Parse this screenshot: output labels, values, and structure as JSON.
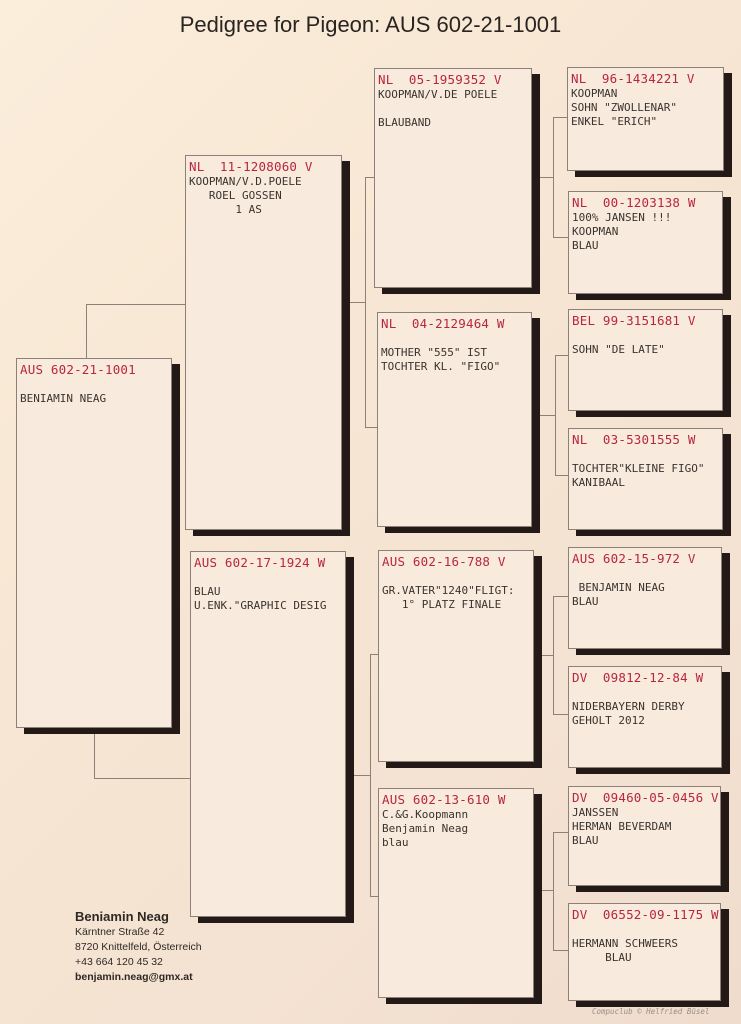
{
  "title": "Pedigree for Pigeon: AUS 602-21-1001",
  "subject": {
    "reg": "AUS 602-21-1001",
    "lines": [
      "",
      "BENIAMIN NEAG"
    ]
  },
  "sire": {
    "reg": "NL  11-1208060 V",
    "lines": [
      "KOOPMAN/V.D.POELE",
      "   ROEL GOSSEN",
      "       1 AS"
    ]
  },
  "dam": {
    "reg": "AUS 602-17-1924 W",
    "lines": [
      "",
      "BLAU",
      "U.ENK.\"GRAPHIC DESIG"
    ]
  },
  "grandparents": [
    {
      "reg": "NL  05-1959352 V",
      "lines": [
        "KOOPMAN/V.DE POELE",
        "",
        "BLAUBAND"
      ]
    },
    {
      "reg": "NL  04-2129464 W",
      "lines": [
        "",
        "MOTHER \"555\" IST",
        "TOCHTER KL. \"FIGO\""
      ]
    },
    {
      "reg": "AUS 602-16-788 V",
      "lines": [
        "",
        "GR.VATER\"1240\"FLIGT:",
        "   1° PLATZ FINALE"
      ]
    },
    {
      "reg": "AUS 602-13-610 W",
      "lines": [
        "C.&G.Koopmann",
        "Benjamin Neag",
        "blau"
      ]
    }
  ],
  "great_grandparents": [
    {
      "reg": "NL  96-1434221 V",
      "lines": [
        "KOOPMAN",
        "SOHN \"ZWOLLENAR\"",
        "ENKEL \"ERICH\""
      ]
    },
    {
      "reg": "NL  00-1203138 W",
      "lines": [
        "100% JANSEN !!!",
        "KOOPMAN",
        "BLAU"
      ]
    },
    {
      "reg": "BEL 99-3151681 V",
      "lines": [
        "",
        "SOHN \"DE LATE\""
      ]
    },
    {
      "reg": "NL  03-5301555 W",
      "lines": [
        "",
        "TOCHTER\"KLEINE FIGO\"",
        "KANIBAAL"
      ]
    },
    {
      "reg": "AUS 602-15-972 V",
      "lines": [
        "",
        " BENJAMIN NEAG",
        "BLAU"
      ]
    },
    {
      "reg": "DV  09812-12-84 W",
      "lines": [
        "",
        "NIDERBAYERN DERBY",
        "GEHOLT 2012"
      ]
    },
    {
      "reg": "DV  09460-05-0456 V",
      "lines": [
        "JANSSEN",
        "HERMAN BEVERDAM",
        "BLAU"
      ]
    },
    {
      "reg": "DV  06552-09-1175 W",
      "lines": [
        "",
        "HERMANN SCHWEERS",
        "     BLAU"
      ]
    }
  ],
  "owner": {
    "name": "Beniamin Neag",
    "street": "Kärntner Straße 42",
    "city": "8720 Knittelfeld, Österreich",
    "phone": "+43 664 120 45 32",
    "email": "benjamin.neag@gmx.at"
  },
  "footer": "Compuclub © Helfried Büsel",
  "colors": {
    "reg_number": "#b8263d",
    "text": "#3a332e",
    "shadow": "#231a17",
    "paper": "#f8ebdd"
  }
}
